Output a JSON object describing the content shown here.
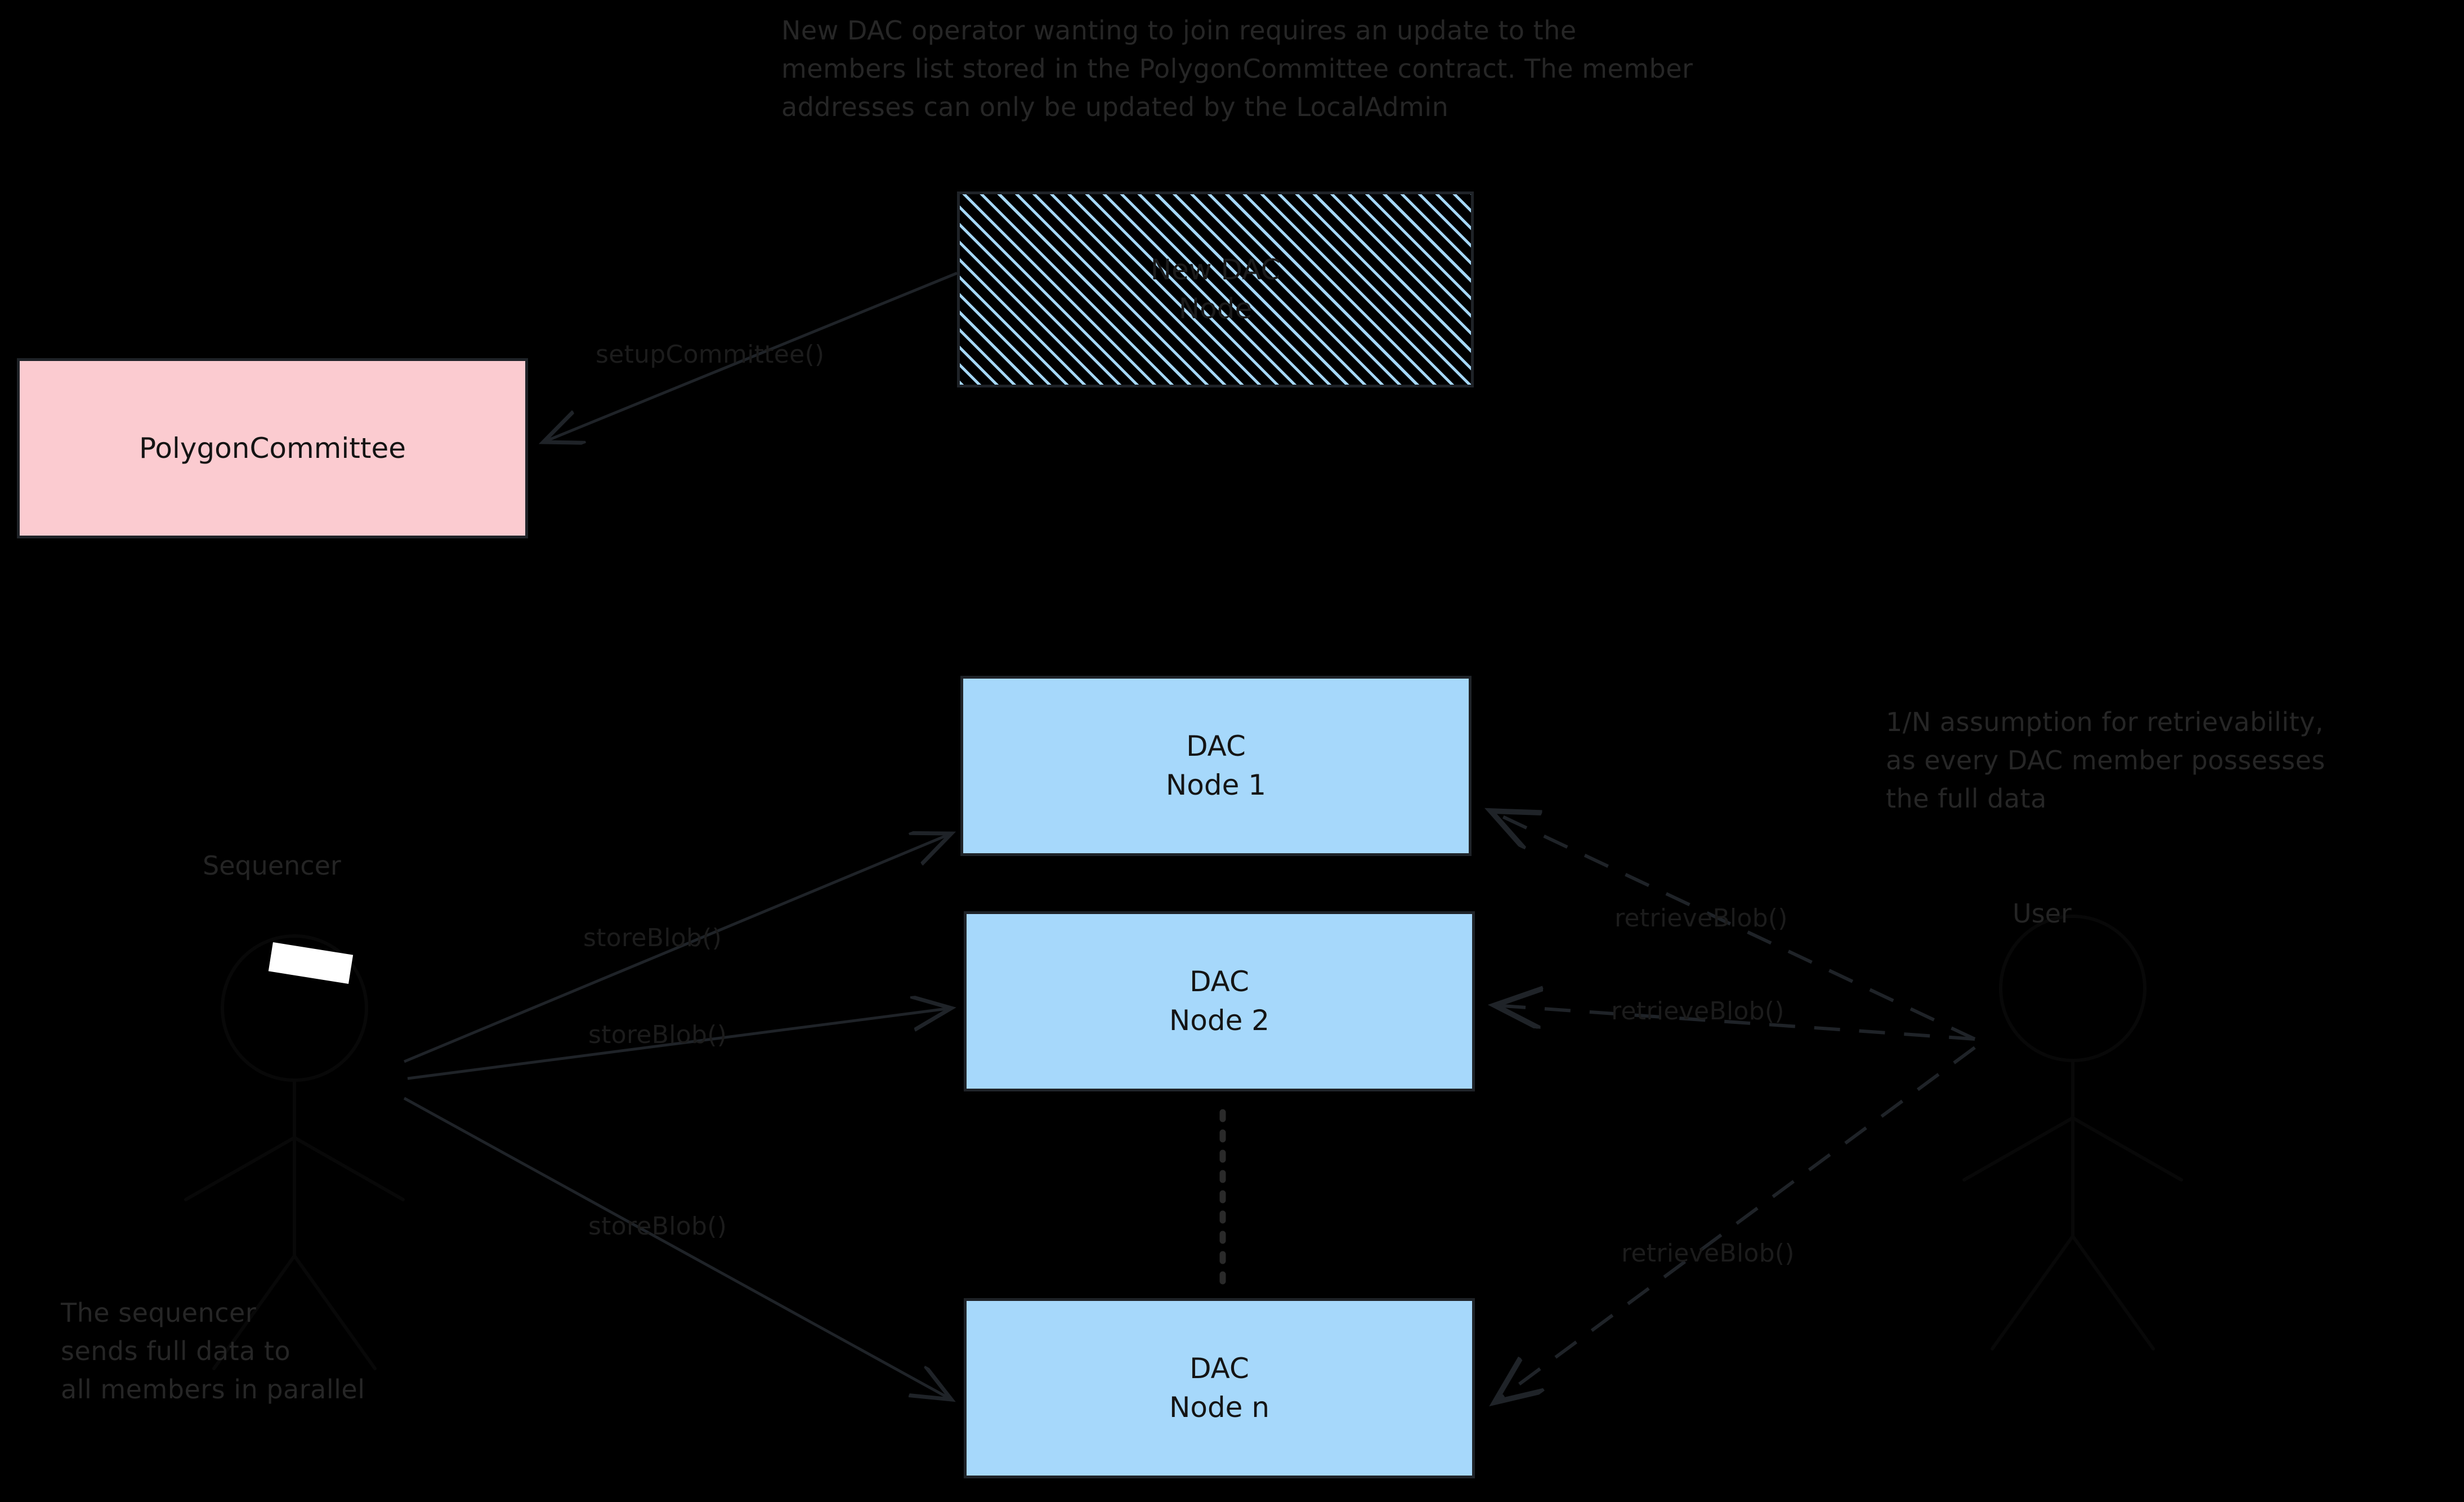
{
  "notes": {
    "top": "New DAC operator wanting to join requires an update to the\nmembers list stored in the PolygonCommittee contract. The member\naddresses can only be updated by the LocalAdmin",
    "right": "1/N assumption for retrievability,\nas every DAC member possesses\nthe full data",
    "bottom_left": "The sequencer\nsends full data to\nall members in parallel"
  },
  "nodes": {
    "new_dac_node": "New DAC\nNode",
    "polygon_committee": "PolygonCommittee",
    "dac_node_1": "DAC\nNode 1",
    "dac_node_2": "DAC\nNode 2",
    "dac_node_n": "DAC\nNode n"
  },
  "actors": {
    "sequencer": "Sequencer",
    "user": "User"
  },
  "edges": {
    "setup_committee": "setupCommittee()",
    "store_blob_1": "storeBlob()",
    "store_blob_2": "storeBlob()",
    "store_blob_n": "storeBlob()",
    "retrieve_blob_1": "retrieveBlob()",
    "retrieve_blob_2": "retrieveBlob()",
    "retrieve_blob_n": "retrieveBlob()"
  },
  "colors": {
    "background": "#000000",
    "node_fill": "#a6d8fb",
    "contract_fill": "#fbcbd0",
    "stroke": "#1f2328",
    "hatch": "#a6d8fb",
    "text": "#141414",
    "note_text": "#262626",
    "highlight": "#ffffff"
  }
}
